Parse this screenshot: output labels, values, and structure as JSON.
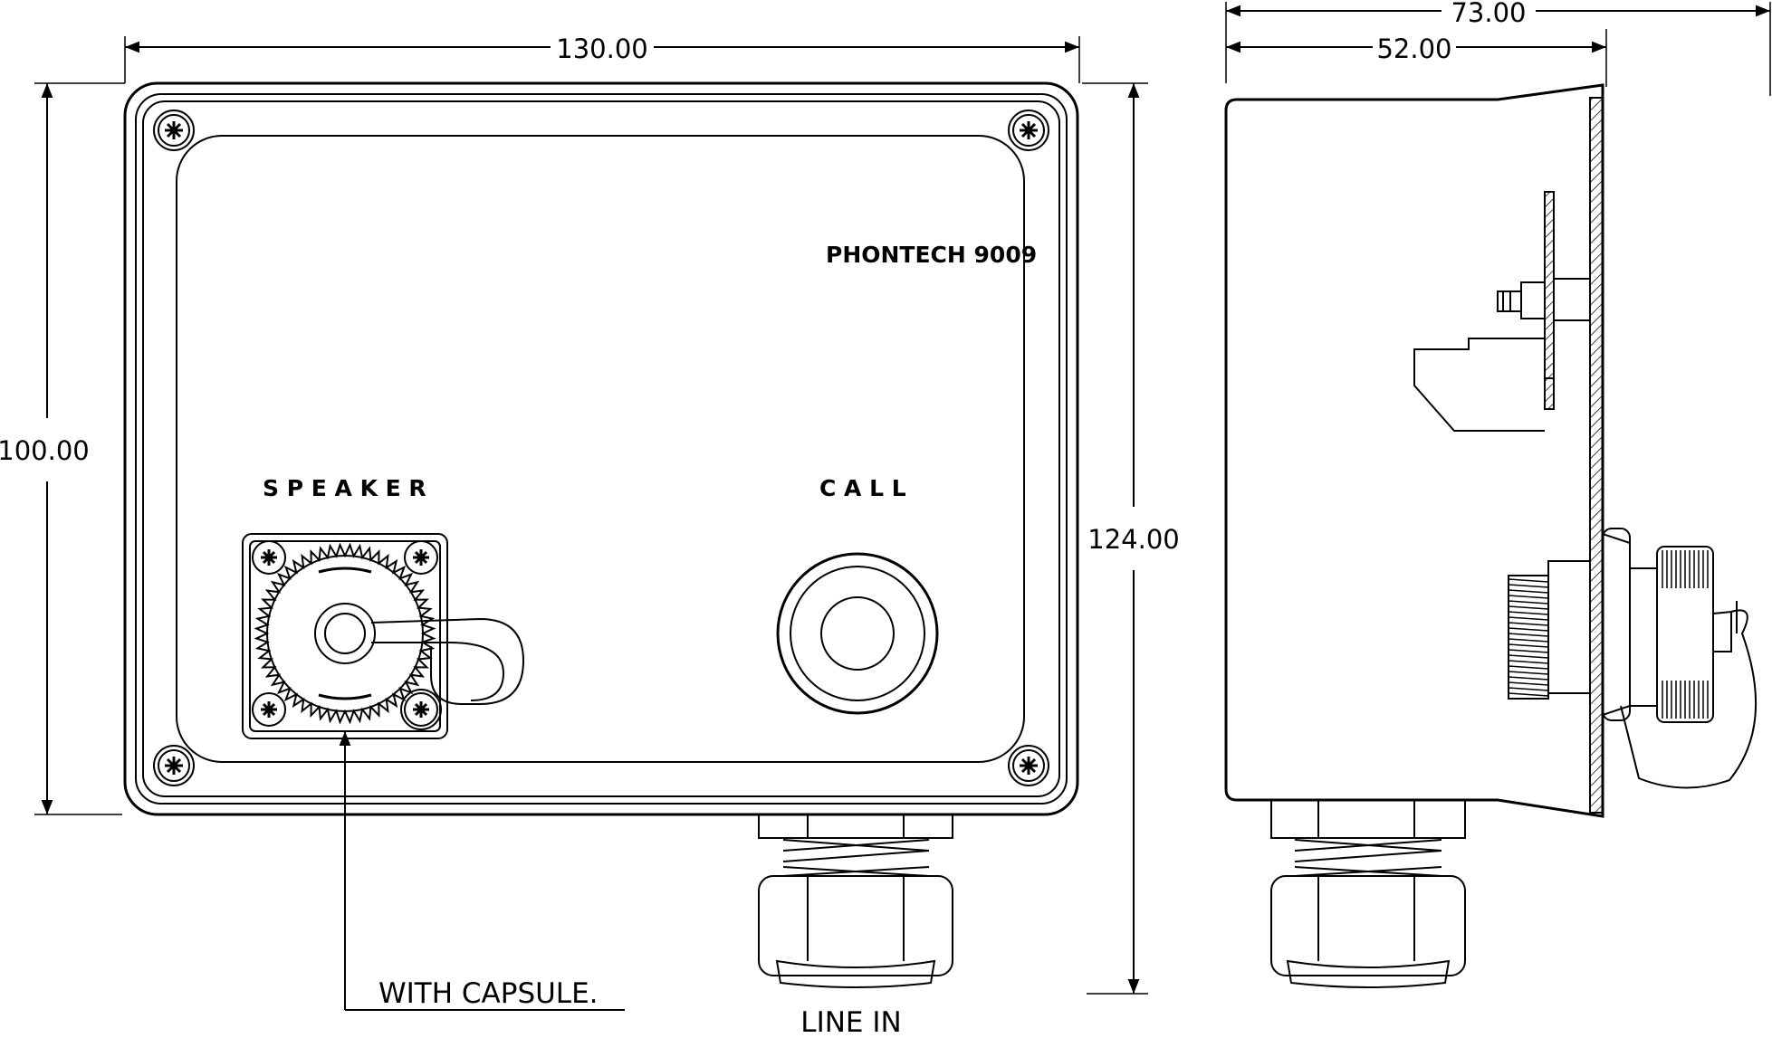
{
  "dimensions": {
    "front_width": "130.00",
    "front_height": "100.00",
    "total_height": "124.00",
    "side_depth": "73.00",
    "side_body_depth": "52.00"
  },
  "labels": {
    "model": "PHONTECH 9009",
    "speaker": "S P E A K E R",
    "call": "C A L L",
    "capsule_note": "WITH CAPSULE.",
    "line_in": "LINE IN"
  },
  "colors": {
    "line": "#000000",
    "background": "#ffffff"
  }
}
